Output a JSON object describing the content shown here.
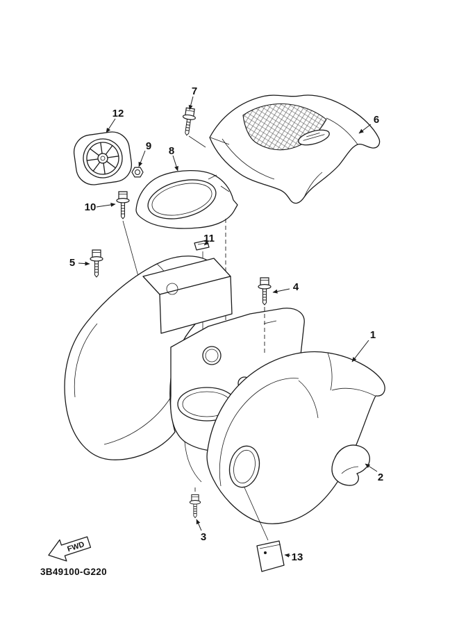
{
  "diagram": {
    "code": "3B49100-G220",
    "fwd": "FWD",
    "colors": {
      "ink": "#1a1a1a",
      "background": "#ffffff"
    },
    "callouts": [
      {
        "n": "1"
      },
      {
        "n": "2"
      },
      {
        "n": "3"
      },
      {
        "n": "4"
      },
      {
        "n": "5"
      },
      {
        "n": "6"
      },
      {
        "n": "7"
      },
      {
        "n": "8"
      },
      {
        "n": "9"
      },
      {
        "n": "10"
      },
      {
        "n": "11"
      },
      {
        "n": "12"
      },
      {
        "n": "13"
      }
    ]
  }
}
